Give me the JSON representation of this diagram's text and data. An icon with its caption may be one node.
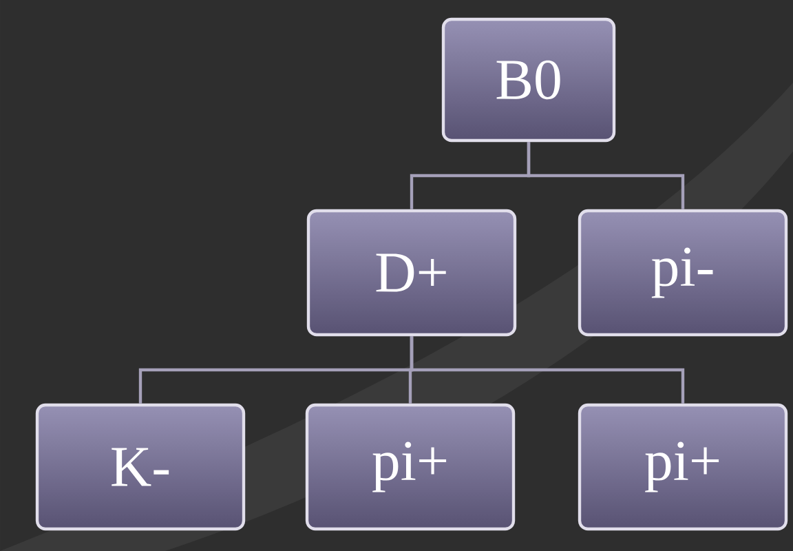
{
  "diagram": {
    "nodes": [
      {
        "text": [
          "B0"
        ]
      },
      {
        "text": [
          "D+"
        ]
      },
      {
        "text": [
          "pi-"
        ]
      },
      {
        "text": [
          "K-"
        ]
      },
      {
        "text": [
          "pi+"
        ]
      },
      {
        "text": [
          "pi+"
        ]
      }
    ],
    "edges": [
      {
        "from": 0,
        "to": 1,
        "arrow": "none"
      },
      {
        "from": 0,
        "to": 2,
        "arrow": "none"
      },
      {
        "from": 1,
        "to": 3,
        "arrow": "none"
      },
      {
        "from": 1,
        "to": 4,
        "arrow": "none"
      },
      {
        "from": 1,
        "to": 5,
        "arrow": "none"
      }
    ]
  }
}
